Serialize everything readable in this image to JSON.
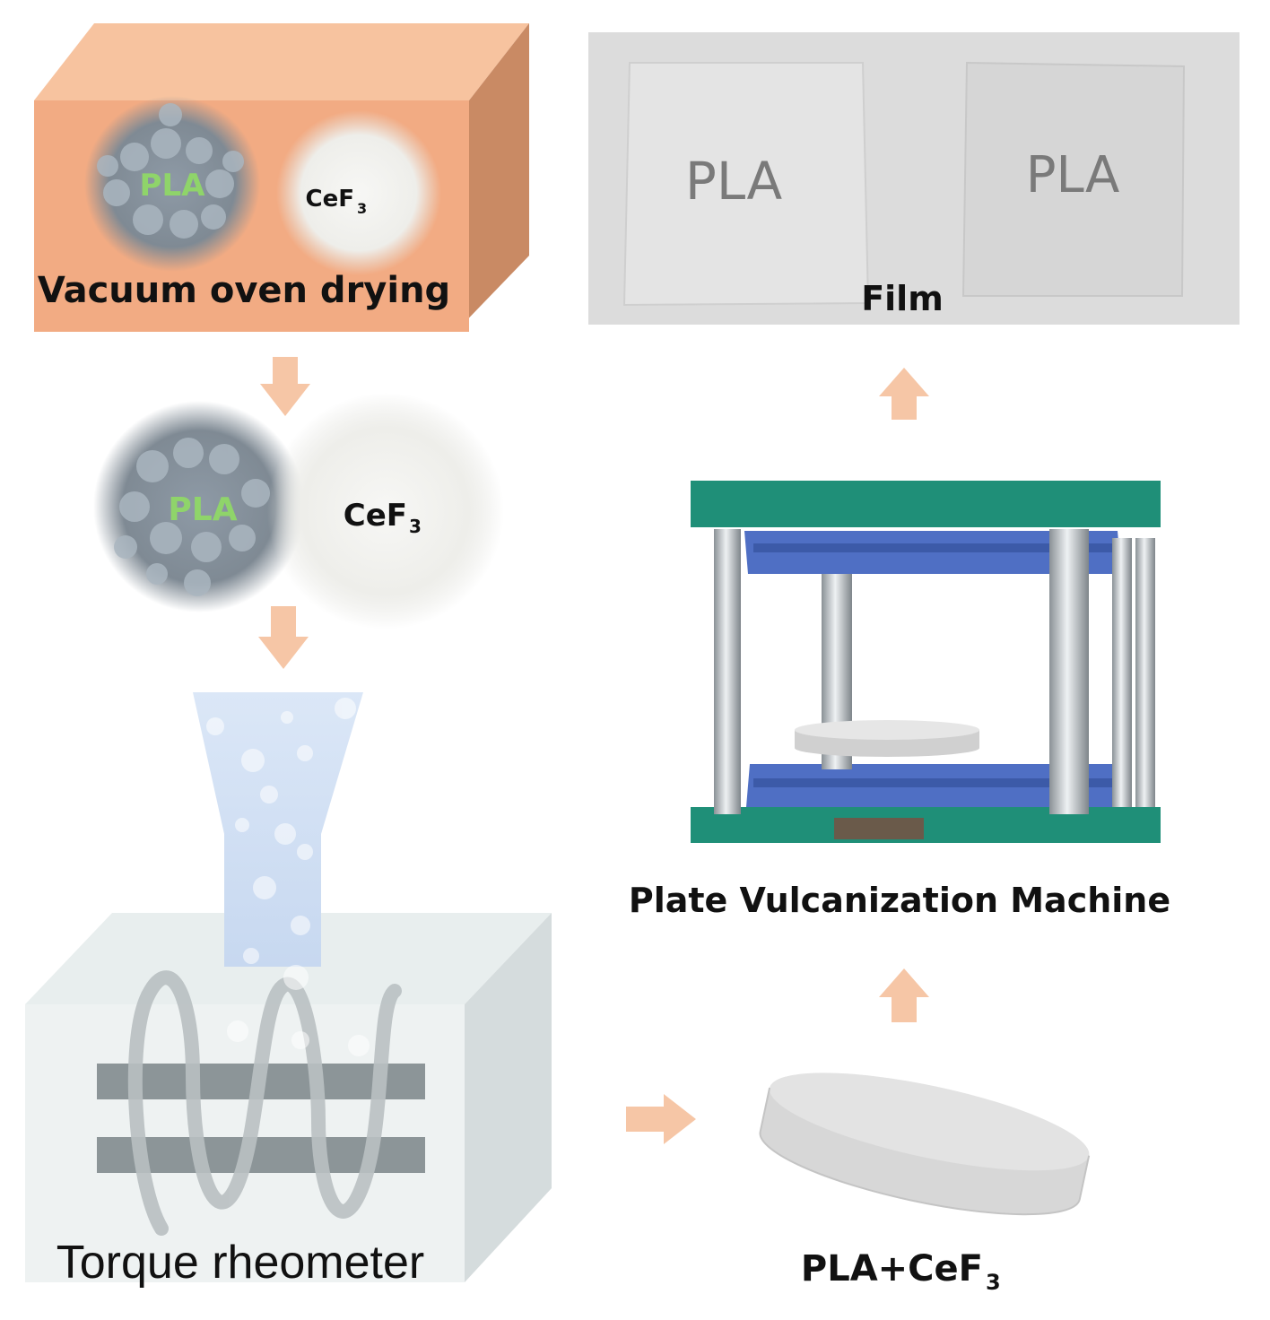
{
  "steps": {
    "oven": {
      "label": "Vacuum oven drying",
      "pla": "PLA",
      "cef": "CeF",
      "cef_sub": "3"
    },
    "mix": {
      "pla": "PLA",
      "cef": "CeF",
      "cef_sub": "3"
    },
    "rheometer": {
      "label": "Torque rheometer"
    },
    "pellet": {
      "label": "PLA+CeF",
      "label_sub": "3"
    },
    "press": {
      "label": "Plate Vulcanization Machine"
    },
    "film": {
      "label": "Film",
      "left_text": "PLA",
      "right_text": "PLA"
    }
  },
  "colors": {
    "arrow": "#f6c6a6",
    "oven_front": "#f2ab83",
    "oven_top": "#f7c39f",
    "oven_side": "#c98a64",
    "press_frame": "#1f8f78",
    "press_plate": "#4f6fc4"
  },
  "icons": [
    "oven-box",
    "pla-pellets",
    "cef3-powder",
    "funnel",
    "screw",
    "pellet-disc",
    "press-machine",
    "film-sheet",
    "arrow-down",
    "arrow-up",
    "arrow-right"
  ]
}
